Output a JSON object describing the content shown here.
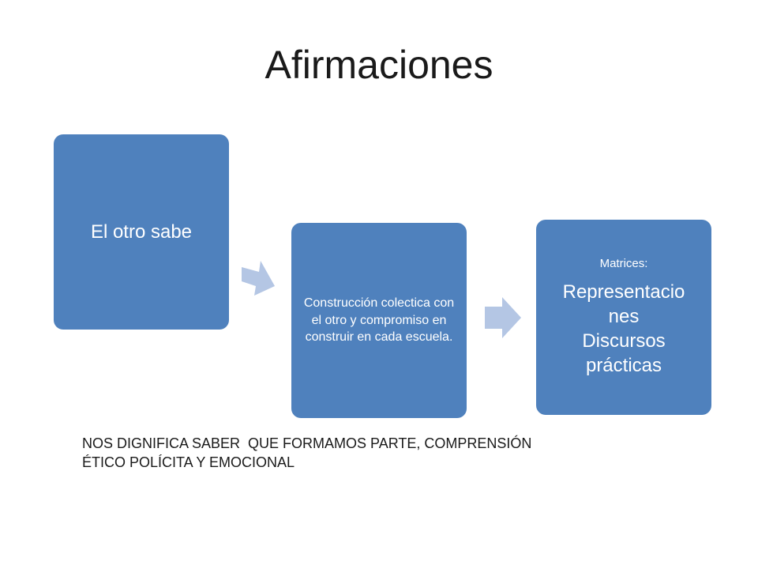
{
  "title": "Afirmaciones",
  "steps": [
    {
      "text": "El otro sabe"
    },
    {
      "text": "Construcción colectica con el otro y compromiso en construir en cada escuela."
    },
    {
      "heading": "Matrices:",
      "lines": [
        "Representacio",
        "nes",
        "Discursos",
        "prácticas"
      ]
    }
  ],
  "note": {
    "line1": "NOS DIGNIFICA SABER  QUE FORMAMOS PARTE, COMPRENSIÓN",
    "line2": "ÉTICO POLÍCITA Y EMOCIONAL"
  },
  "colors": {
    "box": "#4f81bd",
    "arrow": "#b4c6e4"
  }
}
